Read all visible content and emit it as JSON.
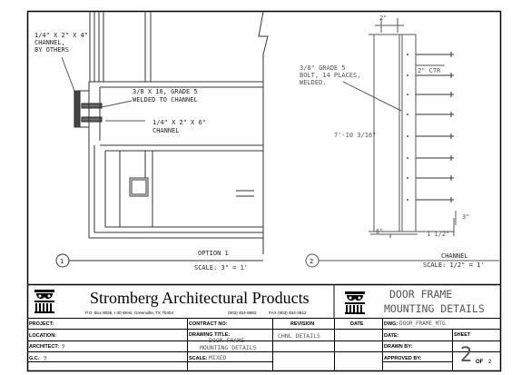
{
  "drawing": {
    "option1": {
      "note_channel_by_others": [
        "1/4\" X 2\" X 4\"",
        "CHANNEL,",
        "BY OTHERS"
      ],
      "note_bolt": [
        "3/8 X 16, GRADE 5",
        "WELDED TO CHANNEL"
      ],
      "note_channel": [
        "1/4\" X 2\" X 6\"",
        "CHANNEL"
      ],
      "title": "OPTION 1",
      "scale": "SCALE:  3\" = 1'",
      "bubble": "1"
    },
    "detail2": {
      "dim_top": "2\"",
      "note_bolt": [
        "3/8\" GRADE 5",
        "BOLT, 14 PLACES,",
        "WELDED."
      ],
      "dim_ctr": "2\" CTR",
      "dim_height": "7'-10 3/16\"",
      "dim_base": "6\"",
      "dim_side": "1 1/2\"",
      "dim_right": "3\"",
      "title": "CHANNEL",
      "scale": "SCALE:  1/2\" = 1'",
      "bubble": "2"
    }
  },
  "title_block": {
    "company": "Stromberg Architectural Products",
    "address": "P.O. Box 8036, I-30 West, Greenville, TX 75404",
    "phone": "(903) 454-8682",
    "fax": "FAX (903) 454-3642",
    "sheet_title_1": "DOOR FRAME",
    "sheet_title_2": "MOUNTING DETAILS",
    "project_label": "PROJECT:",
    "location_label": "LOCATION:",
    "architect_label": "ARCHITECT:",
    "architect_value": "?",
    "gc_label": "G.C.",
    "gc_value": "?",
    "contract_label": "CONTRACT NO:",
    "drawing_title_label": "DRAWING TITLE:",
    "drawing_title_value_1": "DOOR FRAME",
    "drawing_title_value_2": "MOUNTING DETAILS",
    "scale_label": "SCALE:",
    "scale_value": "MIXED",
    "revision_label": "REVISION",
    "revision_value": "CHNL DETAILS",
    "date_label": "DATE",
    "dwg_label": "DWG:",
    "dwg_value": "DOOR_FRAME_MTG",
    "date2_label": "DATE:",
    "drawn_by_label": "DRAWN BY:",
    "approved_by_label": "APPROVED BY:",
    "sheet_label": "SHEET",
    "sheet_num": "2",
    "of_label": "OF",
    "sheet_total": "2"
  }
}
